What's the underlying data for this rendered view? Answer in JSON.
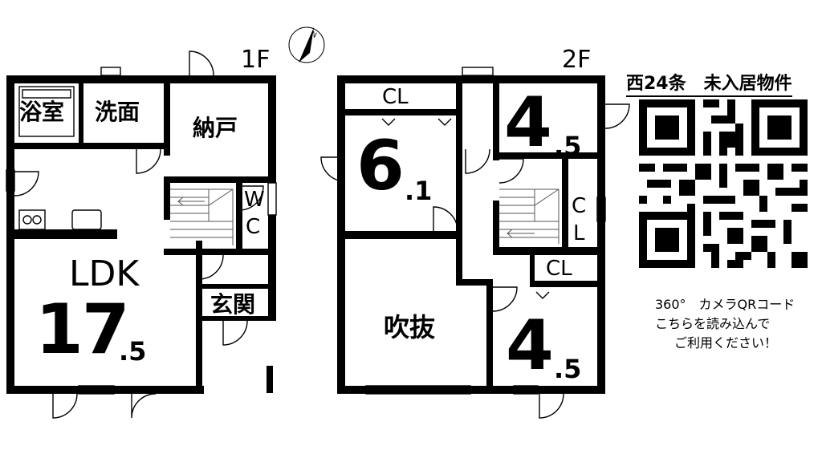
{
  "floors": {
    "first": {
      "label": "1F",
      "rooms": {
        "bath": "浴室",
        "washroom": "洗面",
        "storage": "納戸",
        "wc_top": "W",
        "wc_bottom": "C",
        "ldk_name": "LDK",
        "ldk_size_int": "17",
        "ldk_size_dec": ".5",
        "entrance": "玄関"
      }
    },
    "second": {
      "label": "2F",
      "rooms": {
        "closet_top": "CL",
        "bedroom1_int": "6",
        "bedroom1_dec": ".1",
        "bedroom2_int": "4",
        "bedroom2_dec": ".5",
        "closet_side_top": "C",
        "closet_side_bottom": "L",
        "closet_lower": "CL",
        "atrium": "吹抜",
        "bedroom3_int": "4",
        "bedroom3_dec": ".5"
      }
    }
  },
  "compass": {
    "symbol": "N",
    "icon": "north-arrow-icon"
  },
  "listing": {
    "title": "西24条　未入居物件",
    "note_line1": "360°　カメラQRコード",
    "note_line2": "こちらを読み込んで",
    "note_line3": "ご利用ください！"
  }
}
